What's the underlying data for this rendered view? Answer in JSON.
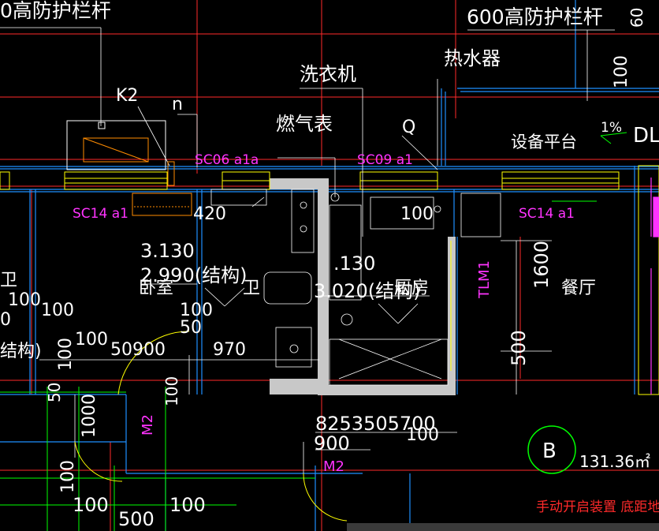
{
  "labels": {
    "railing_top_left": "0高防护栏杆",
    "railing_top_right": "600高防护栏杆",
    "railing_top_right_dim": "60",
    "washer": "洗衣机",
    "water_heater": "热水器",
    "gas_meter": "燃气表",
    "k2": "K2",
    "n": "n",
    "q": "Q",
    "platform": "设备平台",
    "slope": "1%",
    "dl": "DL",
    "sc06": "SC06 a1a",
    "sc09": "SC09 a1",
    "sc14_left": "SC14 a1",
    "sc14_right": "SC14 a1",
    "dim_100_right_vertical": "100",
    "elev_a1": "3.130",
    "elev_a2": "2.990(结构)",
    "elev_b1": ".130",
    "elev_b2": "3.020(结构)",
    "room_bedroom": "卧室",
    "room_bathroom": "卫",
    "room_kitchen": "厨房",
    "room_dining": "餐厅",
    "wei_left": "卫",
    "jiegou_left": "结构)",
    "tlm1": "TLM1",
    "m2_left": "M2",
    "m2_bottom": "M2",
    "grid_b": "B",
    "area": "131.36㎡",
    "manual_device": "手动开启装置 底距地"
  },
  "dimensions": {
    "d420": "420",
    "d100_mid": "100",
    "d100_a": "100",
    "d100_b": "100",
    "d100_c": "100",
    "d100_d": "100",
    "d0_left": "0",
    "d50_mid": "50",
    "d50900": "50900",
    "d970": "970",
    "d100_v_left": "100",
    "d50_v": "50",
    "d1000_v": "1000",
    "d100_door": "100",
    "d1600": "1600",
    "d500_v": "500",
    "d825": "8253505700",
    "d900": "900",
    "d100_bottom": "100",
    "d100_v_bottom": "100",
    "d100_bl": "100",
    "d500_bl": "500",
    "d100_br": "100"
  },
  "colors": {
    "background": "#000000",
    "red": "#ff2a2a",
    "blue": "#1e90ff",
    "white": "#ffffff",
    "magenta": "#ff33ff",
    "yellow": "#ffff00",
    "green": "#00ff00",
    "grey_wall": "#c8c8c8"
  }
}
